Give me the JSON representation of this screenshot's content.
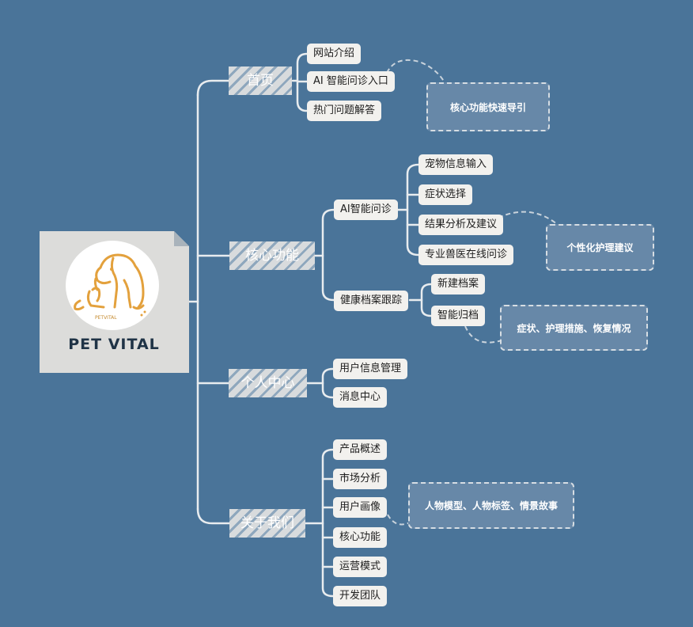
{
  "root": {
    "logo_text": "PET VITAL",
    "logo_small_text": "PETVITAL"
  },
  "branches": {
    "home": {
      "label": "首页",
      "items": [
        "网站介绍",
        "AI 智能问诊入口",
        "热门问题解答"
      ]
    },
    "core": {
      "label": "核心功能",
      "ai": {
        "label": "AI智能问诊",
        "items": [
          "宠物信息输入",
          "症状选择",
          "结果分析及建议",
          "专业兽医在线问诊"
        ]
      },
      "health": {
        "label": "健康档案跟踪",
        "items": [
          "新建档案",
          "智能归档"
        ]
      }
    },
    "personal": {
      "label": "个人中心",
      "items": [
        "用户信息管理",
        "消息中心"
      ]
    },
    "about": {
      "label": "关于我们",
      "items": [
        "产品概述",
        "市场分析",
        "用户画像",
        "核心功能",
        "运营模式",
        "开发团队"
      ]
    }
  },
  "notes": {
    "home_note": "核心功能快速导引",
    "ai_note": "个性化护理建议",
    "archive_note": "症状、护理措施、恢复情况",
    "persona_note": "人物模型、人物标签、情景故事"
  },
  "colors": {
    "background": "#4a7499",
    "connector": "#e8ecef",
    "node_fill": "#f2f1ee",
    "note_fill": "#6788a8",
    "logo_accent": "#e3a13d"
  }
}
